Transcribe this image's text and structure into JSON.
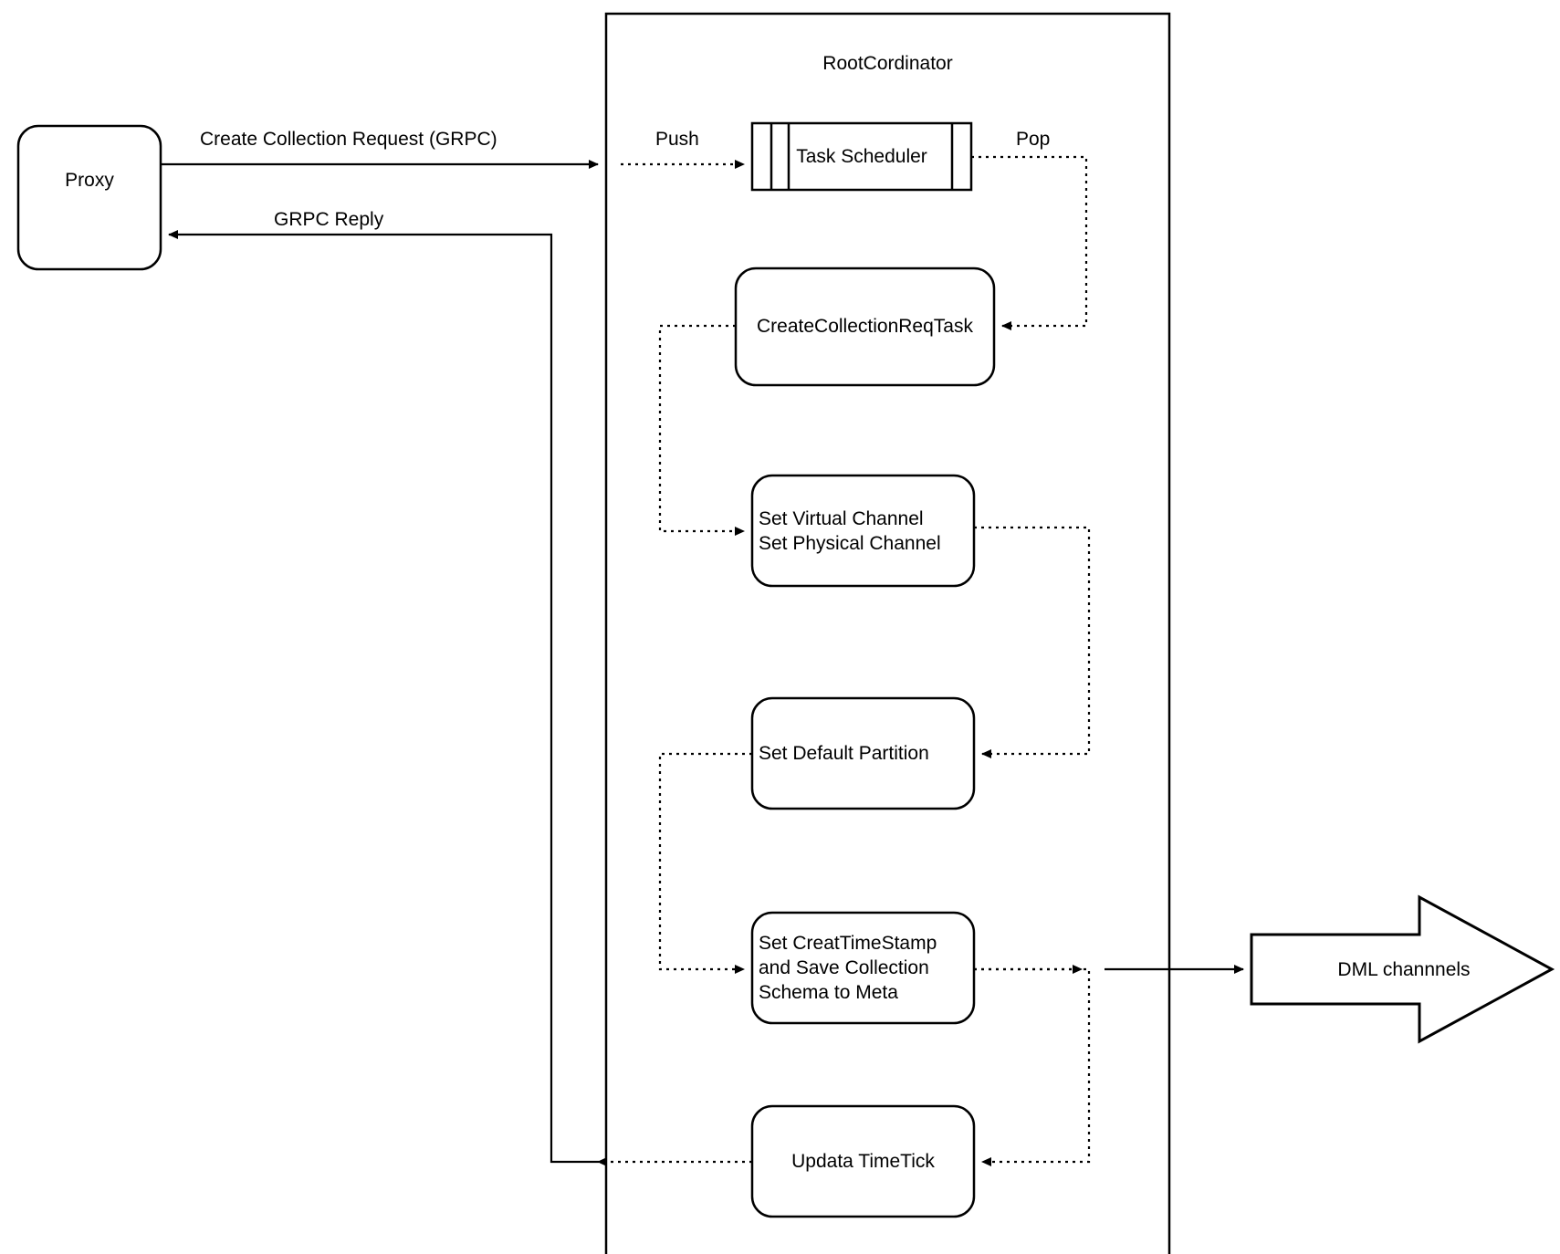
{
  "diagram": {
    "title": "RootCordinator",
    "nodes": {
      "proxy": {
        "label": "Proxy"
      },
      "root_coordinator": {
        "label": "RootCordinator"
      },
      "task_scheduler": {
        "label": "Task Scheduler"
      },
      "create_collection_req_task": {
        "label": "CreateCollectionReqTask"
      },
      "set_channels": {
        "label": "Set Virtual Channel\nSet Physical Channel"
      },
      "set_default_partition": {
        "label": "Set Default Partition"
      },
      "set_timestamp_save_schema": {
        "label": "Set CreatTimeStamp\nand Save Collection\nSchema to Meta"
      },
      "update_timetick": {
        "label": "Updata TimeTick"
      },
      "dml_channels": {
        "label": "DML channnels"
      }
    },
    "edges": [
      {
        "id": "create-collection-request",
        "label": "Create Collection Request (GRPC)",
        "style": "solid"
      },
      {
        "id": "grpc-reply",
        "label": "GRPC Reply",
        "style": "solid"
      },
      {
        "id": "push",
        "label": "Push",
        "style": "dotted"
      },
      {
        "id": "pop",
        "label": "Pop",
        "style": "dotted"
      },
      {
        "id": "task-to-channels",
        "label": "",
        "style": "dotted"
      },
      {
        "id": "channels-to-partition",
        "label": "",
        "style": "dotted"
      },
      {
        "id": "partition-to-timestamp",
        "label": "",
        "style": "dotted"
      },
      {
        "id": "timestamp-to-dml",
        "label": "",
        "style": "solid"
      },
      {
        "id": "timestamp-to-timetick",
        "label": "",
        "style": "dotted"
      },
      {
        "id": "timetick-to-reply",
        "label": "",
        "style": "dotted"
      }
    ],
    "colors": {
      "stroke": "#000000",
      "fill": "#ffffff"
    }
  }
}
